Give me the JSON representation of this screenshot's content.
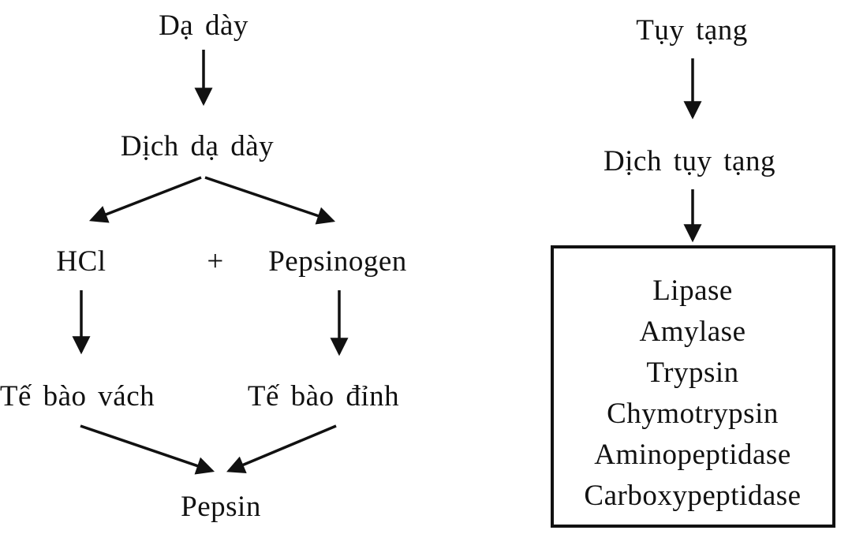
{
  "colors": {
    "ink": "#111111",
    "background": "#ffffff"
  },
  "stomach_flow": {
    "organ": "Dạ dày",
    "juice": "Dịch dạ dày",
    "hcl": "HCl",
    "plus": "+",
    "pepsinogen": "Pepsinogen",
    "parietal_cell": "Tế bào vách",
    "chief_cell": "Tế bào đỉnh",
    "product": "Pepsin"
  },
  "pancreas_flow": {
    "organ": "Tụy tạng",
    "juice": "Dịch tụy tạng",
    "enzymes": [
      "Lipase",
      "Amylase",
      "Trypsin",
      "Chymotrypsin",
      "Aminopeptidase",
      "Carboxypeptidase"
    ]
  }
}
